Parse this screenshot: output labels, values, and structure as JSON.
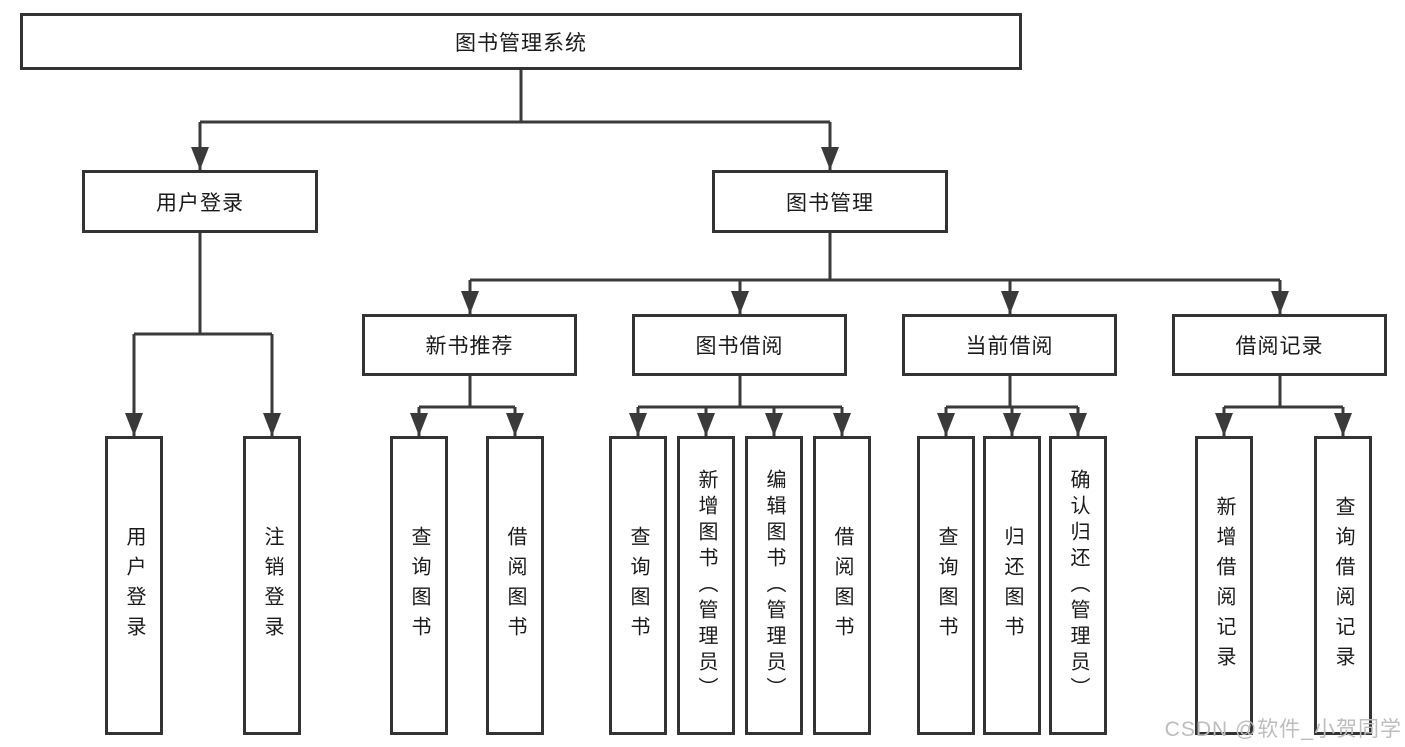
{
  "colors": {
    "line": "#3a3a3a",
    "box_border": "#333333",
    "text": "#1a1a1a",
    "background": "#ffffff",
    "watermark": "#bdbdbd"
  },
  "root": {
    "label": "图书管理系统"
  },
  "branches": {
    "user_login": {
      "label": "用户登录"
    },
    "book_management": {
      "label": "图书管理"
    }
  },
  "modules": {
    "new_book_recommend": {
      "label": "新书推荐"
    },
    "book_borrow": {
      "label": "图书借阅"
    },
    "current_borrow": {
      "label": "当前借阅"
    },
    "borrow_record": {
      "label": "借阅记录"
    }
  },
  "leaves": {
    "user_login": "用户登录",
    "logout_login": "注销登录",
    "recommend_query_book": "查询图书",
    "recommend_borrow_book": "借阅图书",
    "borrow_query_book": "查询图书",
    "borrow_add_book": "新增图书（管理员）",
    "borrow_edit_book": "编辑图书（管理员）",
    "borrow_borrow_book": "借阅图书",
    "current_query_book": "查询图书",
    "current_return_book": "归还图书",
    "current_confirm_return": "确认归还（管理员）",
    "record_add_record": "新增借阅记录",
    "record_query_record": "查询借阅记录"
  },
  "watermark": {
    "text": "CSDN @软件_小贺同学"
  }
}
